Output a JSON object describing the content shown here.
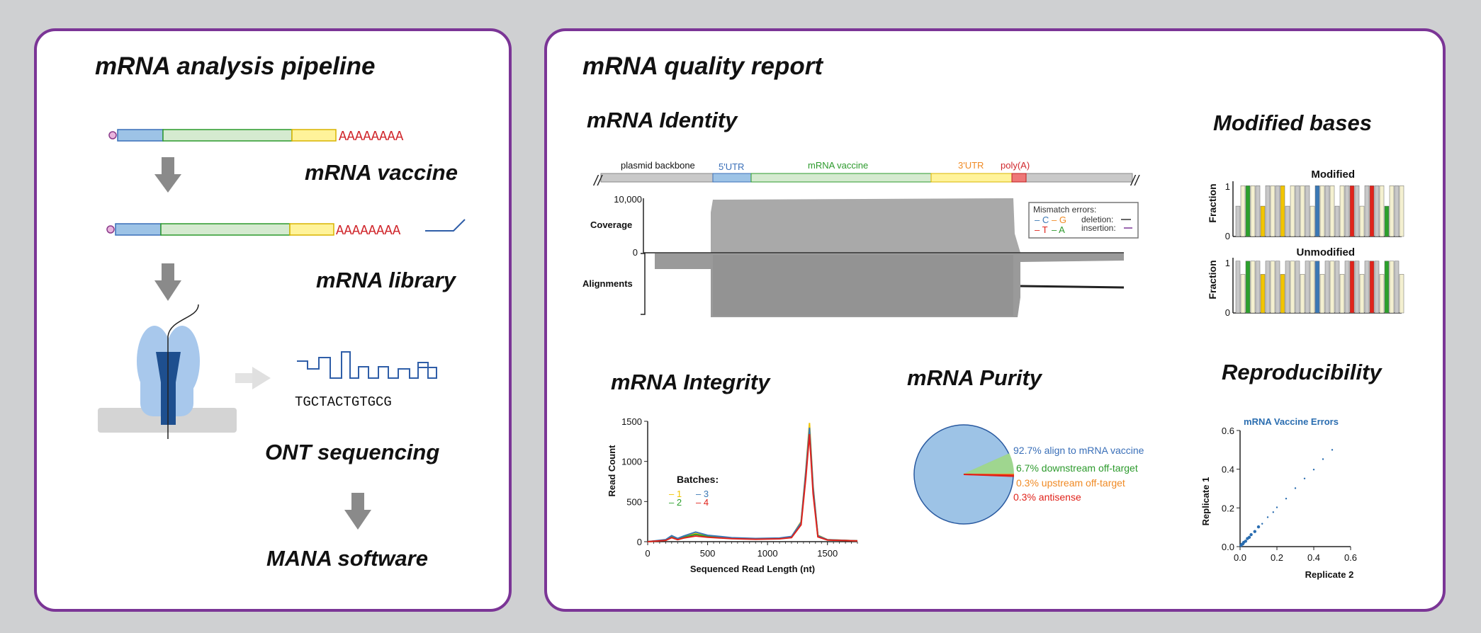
{
  "left": {
    "title": "mRNA analysis pipeline",
    "polyA": "AAAAAAAA",
    "step1": "mRNA vaccine",
    "step2": "mRNA library",
    "sequence": "TGCTACTGTGCG",
    "step3": "ONT sequencing",
    "step4": "MANA software"
  },
  "right": {
    "title": "mRNA quality report",
    "identity": {
      "title": "mRNA Identity",
      "regions": [
        "plasmid backbone",
        "5'UTR",
        "mRNA vaccine",
        "3'UTR",
        "poly(A)"
      ],
      "coverage_label": "Coverage",
      "alignments_label": "Alignments",
      "cov_max": "10,000",
      "cov_min": "0",
      "legend_title": "Mismatch errors:",
      "legend": [
        "C",
        "G",
        "T",
        "A",
        "deletion:",
        "insertion:"
      ]
    },
    "modified": {
      "title": "Modified bases",
      "panel1": "Modified",
      "panel2": "Unmodified",
      "ylabel": "Fraction",
      "ticks": [
        "1",
        "0"
      ]
    },
    "integrity": {
      "title": "mRNA Integrity",
      "legend_title": "Batches:",
      "batches": [
        "1",
        "2",
        "3",
        "4"
      ]
    },
    "purity": {
      "title": "mRNA Purity"
    },
    "repro": {
      "title": "Reproducibility"
    },
    "colors": {
      "frame": "#7b3596",
      "utr5": "#9dc3e6",
      "cds": "#d5ead0",
      "utr3": "#fff39a",
      "polyA": "#ee7777",
      "batch1": "#f2c500",
      "batch2": "#2ca02c",
      "batch3": "#3a78b5",
      "batch4": "#e0231b"
    }
  },
  "chart_data": [
    {
      "type": "line",
      "title": "",
      "xlabel": "Sequenced Read Length (nt)",
      "ylabel": "Read Count",
      "xlim": [
        0,
        1750
      ],
      "ylim": [
        0,
        1500
      ],
      "x_ticks": [
        "0",
        "500",
        "1000",
        "1500"
      ],
      "y_ticks": [
        "0",
        "500",
        "1000",
        "1500"
      ],
      "x": [
        0,
        150,
        200,
        250,
        300,
        400,
        500,
        700,
        900,
        1100,
        1200,
        1280,
        1320,
        1350,
        1380,
        1420,
        1500,
        1750
      ],
      "series": [
        {
          "name": "1",
          "values": [
            0,
            20,
            60,
            30,
            60,
            100,
            70,
            45,
            35,
            40,
            60,
            250,
            900,
            1480,
            700,
            80,
            25,
            10
          ]
        },
        {
          "name": "2",
          "values": [
            0,
            18,
            55,
            28,
            55,
            90,
            65,
            42,
            33,
            38,
            55,
            230,
            850,
            1400,
            650,
            70,
            22,
            10
          ]
        },
        {
          "name": "3",
          "values": [
            0,
            25,
            75,
            40,
            70,
            120,
            80,
            50,
            40,
            45,
            65,
            240,
            880,
            1420,
            680,
            75,
            24,
            10
          ]
        },
        {
          "name": "4",
          "values": [
            0,
            15,
            50,
            25,
            45,
            70,
            55,
            38,
            30,
            35,
            50,
            210,
            800,
            1340,
            600,
            60,
            20,
            10
          ]
        }
      ]
    },
    {
      "type": "pie",
      "title": "",
      "labels": [
        "92.7% align to mRNA vaccine",
        "6.7% downstream off-target",
        "0.3% upstream off-target",
        "0.3% antisense"
      ],
      "values": [
        92.7,
        6.7,
        0.3,
        0.3
      ],
      "colors": [
        "#9dc3e6",
        "#9fd68f",
        "#f08a24",
        "#e0231b"
      ],
      "label_colors": [
        "#3a6fb8",
        "#2c9a2c",
        "#f08a24",
        "#e0231b"
      ]
    },
    {
      "type": "scatter",
      "title": "mRNA Vaccine Errors",
      "xlabel": "Replicate 2",
      "ylabel": "Replicate 1",
      "xlim": [
        0,
        0.6
      ],
      "ylim": [
        0,
        0.6
      ],
      "x_ticks": [
        "0.0",
        "0.2",
        "0.4",
        "0.6"
      ],
      "y_ticks": [
        "0.0",
        "0.2",
        "0.4",
        "0.6"
      ],
      "x": [
        0.005,
        0.01,
        0.015,
        0.02,
        0.03,
        0.04,
        0.05,
        0.06,
        0.08,
        0.1,
        0.12,
        0.15,
        0.18,
        0.2,
        0.25,
        0.3,
        0.35,
        0.4,
        0.45,
        0.5
      ],
      "y": [
        0.006,
        0.012,
        0.014,
        0.022,
        0.028,
        0.042,
        0.048,
        0.062,
        0.078,
        0.102,
        0.118,
        0.152,
        0.178,
        0.203,
        0.248,
        0.302,
        0.352,
        0.398,
        0.452,
        0.5
      ]
    }
  ]
}
